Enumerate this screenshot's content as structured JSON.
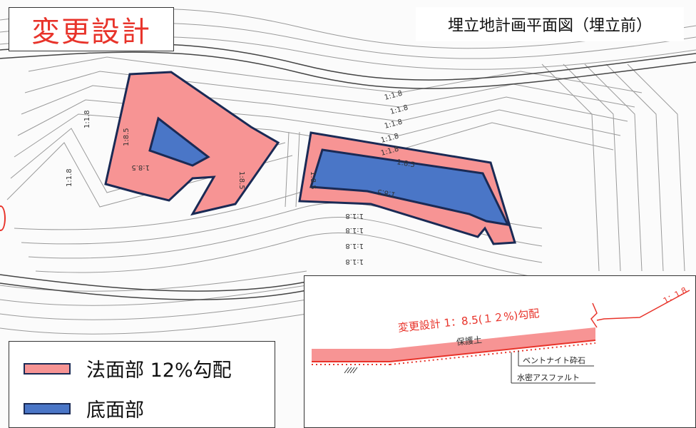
{
  "title": {
    "text": "変更設計",
    "color": "#e8332a"
  },
  "subtitle": "埋立地計画平面図（埋立前）",
  "legend": {
    "items": [
      {
        "label": "法面部 12%勾配",
        "fill": "#f79494",
        "stroke": "#1a2a55"
      },
      {
        "label": "底面部",
        "fill": "#4a76c7",
        "stroke": "#1a2a55"
      }
    ]
  },
  "map": {
    "slope_labels": [
      "1:1.8",
      "1:1.8",
      "1:1.8",
      "1:1.8",
      "1:1.8",
      "1:1.8",
      "1:1.8",
      "1:1.8",
      "1:1.8",
      "1:1.8",
      "1:1.8"
    ],
    "inner_labels": [
      "1:8.5",
      "1:8.5",
      "1:8.5",
      "1:8.5",
      "1:8.5",
      "1:8.5"
    ],
    "colors": {
      "slope": "#f79494",
      "bottom": "#4a76c7",
      "outline": "#1a2a55",
      "contour": "#9a9a9a"
    }
  },
  "section": {
    "design_label": "変更設計 1：8.5(１２%)勾配",
    "soil_label": "保護土",
    "bentonite_label": "ベントナイト砕石",
    "asphalt_label": "水密アスファルト",
    "slope_label": "1：1.8"
  }
}
